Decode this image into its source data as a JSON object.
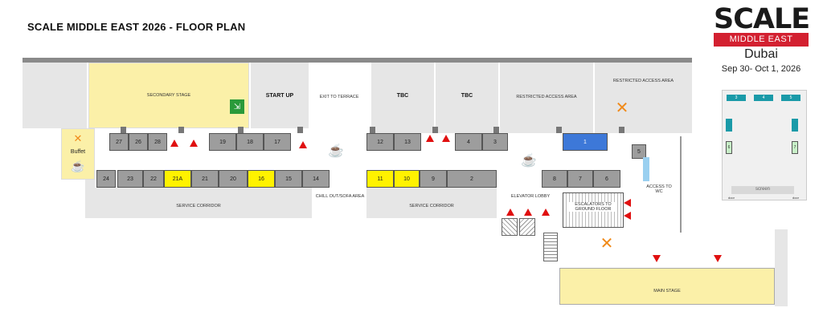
{
  "header": {
    "title": "SCALE MIDDLE EAST 2026 - FLOOR PLAN",
    "logo_word": "SCALE",
    "logo_bar": "MIDDLE EAST",
    "city": "Dubai",
    "dates": "Sep 30- Oct 1, 2026"
  },
  "areas": {
    "secondary_stage": "SECONDARY STAGE",
    "start_up": "START UP",
    "exit_terrace": "EXIT TO TERRACE",
    "tbc_1": "TBC",
    "tbc_2": "TBC",
    "restricted_1": "RESTRICTED ACCESS AREA",
    "restricted_2": "RESTRICTED ACCESS AREA",
    "service_corridor_1": "SERVICE CORRIDOR",
    "service_corridor_2": "SERVICE CORRIDOR",
    "chill_out": "CHILL OUT/SOFA AREA",
    "elevator_lobby": "ELEVATOR LOBBY",
    "escalators": "ESCALATORS TO GROUND FLOOR",
    "access_wc": "ACCESS TO WC",
    "main_stage": "MAIN STAGE",
    "buffet": "Buffet"
  },
  "booths_top": [
    "27",
    "26",
    "28",
    "19",
    "18",
    "17",
    "12",
    "13",
    "4",
    "3",
    "1"
  ],
  "booths_bottom": [
    "24",
    "23",
    "22",
    "21A",
    "21",
    "20",
    "16",
    "15",
    "14",
    "11",
    "10",
    "9",
    "2",
    "8",
    "7",
    "6"
  ],
  "small_booth": "5",
  "inset": {
    "top": [
      "3",
      "4",
      "5"
    ],
    "sides": [
      "6",
      "7"
    ],
    "screen": "screen",
    "door_left": "door",
    "door_right": "door"
  },
  "colors": {
    "stage": "#fbf0a8",
    "highlight": "#fff200",
    "blue_booth": "#3d78d8",
    "arrow": "#e01010",
    "inset_teal": "#1a9aa8"
  }
}
